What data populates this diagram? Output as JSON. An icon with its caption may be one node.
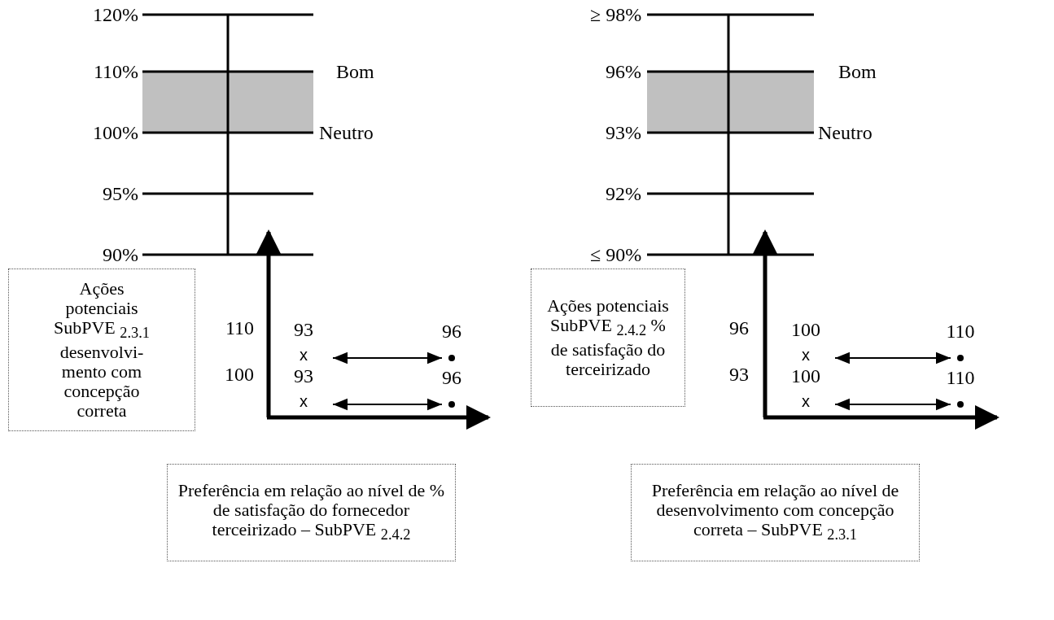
{
  "diagram": {
    "nodes": [
      {
        "text": [
          "Ações potenciais SubPVE $_{2.3.1}$ desenvolvi- mento com concepção correta"
        ]
      },
      {
        "text": [
          "Preferência em relação ao nível de % de satisfação do fornecedor terceirizado – SubPVE $_{2.4.2}$"
        ]
      },
      {
        "text": [
          "Ações potenciais SubPVE $_{2.4.2}$ % de satisfação do terceirizado"
        ]
      },
      {
        "text": [
          "Preferência em relação ao nível de desenvolvimento com concepção correta – SubPVE $_{2.3.1}$"
        ]
      },
      {
        "text": [
          "x"
        ],
        "beside": [
          "93"
        ]
      },
      {
        "text": [],
        "shape": "circle",
        "beside": [
          "96"
        ]
      },
      {
        "text": [
          "x"
        ],
        "beside": [
          "93"
        ]
      },
      {
        "text": [],
        "shape": "circle",
        "beside": [
          "96"
        ]
      },
      {
        "text": [
          "x"
        ],
        "beside": [
          "100"
        ]
      },
      {
        "text": [],
        "shape": "circle",
        "beside": [
          "110"
        ]
      },
      {
        "text": [
          "x"
        ],
        "beside": [
          "100"
        ]
      },
      {
        "text": [],
        "shape": "circle",
        "beside": [
          "110"
        ]
      }
    ],
    "edges": [
      {
        "from": 4,
        "to": 5,
        "arrow": "both"
      },
      {
        "from": 6,
        "to": 7,
        "arrow": "both"
      },
      {
        "from": 8,
        "to": 9,
        "arrow": "both"
      },
      {
        "from": 10,
        "to": 11,
        "arrow": "both"
      }
    ],
    "labels": [
      "120%",
      "110%",
      "100%",
      "95%",
      "90%",
      "Bom",
      "Neutro",
      "≥ 98%",
      "96%",
      "93%",
      "92%",
      "≤ 90%",
      "Bom",
      "Neutro",
      "110",
      "100",
      "96",
      "93"
    ]
  }
}
